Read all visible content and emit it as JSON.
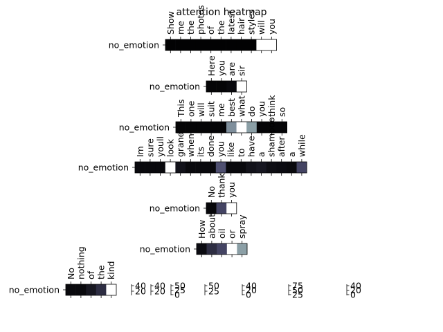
{
  "chart_data": {
    "type": "heatmap",
    "title": "attention heatmap",
    "colormap": [
      "#000000",
      "#4b4b6e",
      "#9bb4b4",
      "#ffffff"
    ],
    "rows": [
      {
        "label": "no_emotion",
        "tokens": [
          "Show",
          "me",
          "the",
          "photos",
          "of",
          "the",
          "latest",
          "hair",
          "styles",
          "will",
          "you"
        ],
        "weights": [
          0.01,
          0.01,
          0.01,
          0.01,
          0.01,
          0.01,
          0.01,
          0.01,
          0.01,
          1.0,
          1.0
        ]
      },
      {
        "label": "no_emotion",
        "tokens": [
          "Here",
          "you",
          "are",
          "sir"
        ],
        "weights": [
          0.02,
          0.02,
          0.04,
          1.0
        ]
      },
      {
        "label": "no_emotion",
        "tokens": [
          "This",
          "one",
          "will",
          "suit",
          "me",
          "best",
          "what",
          "do",
          "you",
          "think",
          "so"
        ],
        "weights": [
          0.02,
          0.02,
          0.02,
          0.02,
          0.02,
          0.55,
          1.0,
          0.6,
          0.02,
          0.02,
          0.02
        ]
      },
      {
        "label": "no_emotion",
        "tokens": [
          "Im",
          "sure",
          "youll",
          "look",
          "grand",
          "when",
          "its",
          "done",
          "you",
          "like",
          "to",
          "have",
          "a",
          "shampoo",
          "after",
          "a",
          "while"
        ],
        "weights": [
          0.04,
          0.04,
          0.04,
          1.0,
          0.08,
          0.04,
          0.04,
          0.04,
          0.35,
          0.04,
          0.04,
          0.08,
          0.1,
          0.06,
          0.05,
          0.04,
          0.3
        ]
      },
      {
        "label": "no_emotion",
        "tokens": [
          "No",
          "thank",
          "you"
        ],
        "weights": [
          0.03,
          0.3,
          1.0
        ]
      },
      {
        "label": "no_emotion",
        "tokens": [
          "How",
          "about",
          "oil",
          "or",
          "spray"
        ],
        "weights": [
          0.05,
          0.2,
          0.3,
          1.0,
          0.6
        ]
      },
      {
        "label": "no_emotion",
        "tokens": [
          "No",
          "nothing",
          "of",
          "the",
          "kind"
        ],
        "weights": [
          0.04,
          0.04,
          0.1,
          0.2,
          1.0
        ]
      }
    ],
    "colorbars": [
      {
        "ticks": [
          "40",
          "20"
        ]
      },
      {
        "ticks": [
          "40",
          "20"
        ]
      },
      {
        "ticks": [
          "50",
          "25",
          "0"
        ]
      },
      {
        "ticks": [
          "50",
          "25"
        ]
      },
      {
        "ticks": [
          "40",
          "20",
          "0"
        ]
      },
      {
        "ticks": [
          "75",
          "50",
          "25"
        ]
      },
      {
        "ticks": [
          "40",
          "20",
          "0"
        ]
      }
    ]
  }
}
